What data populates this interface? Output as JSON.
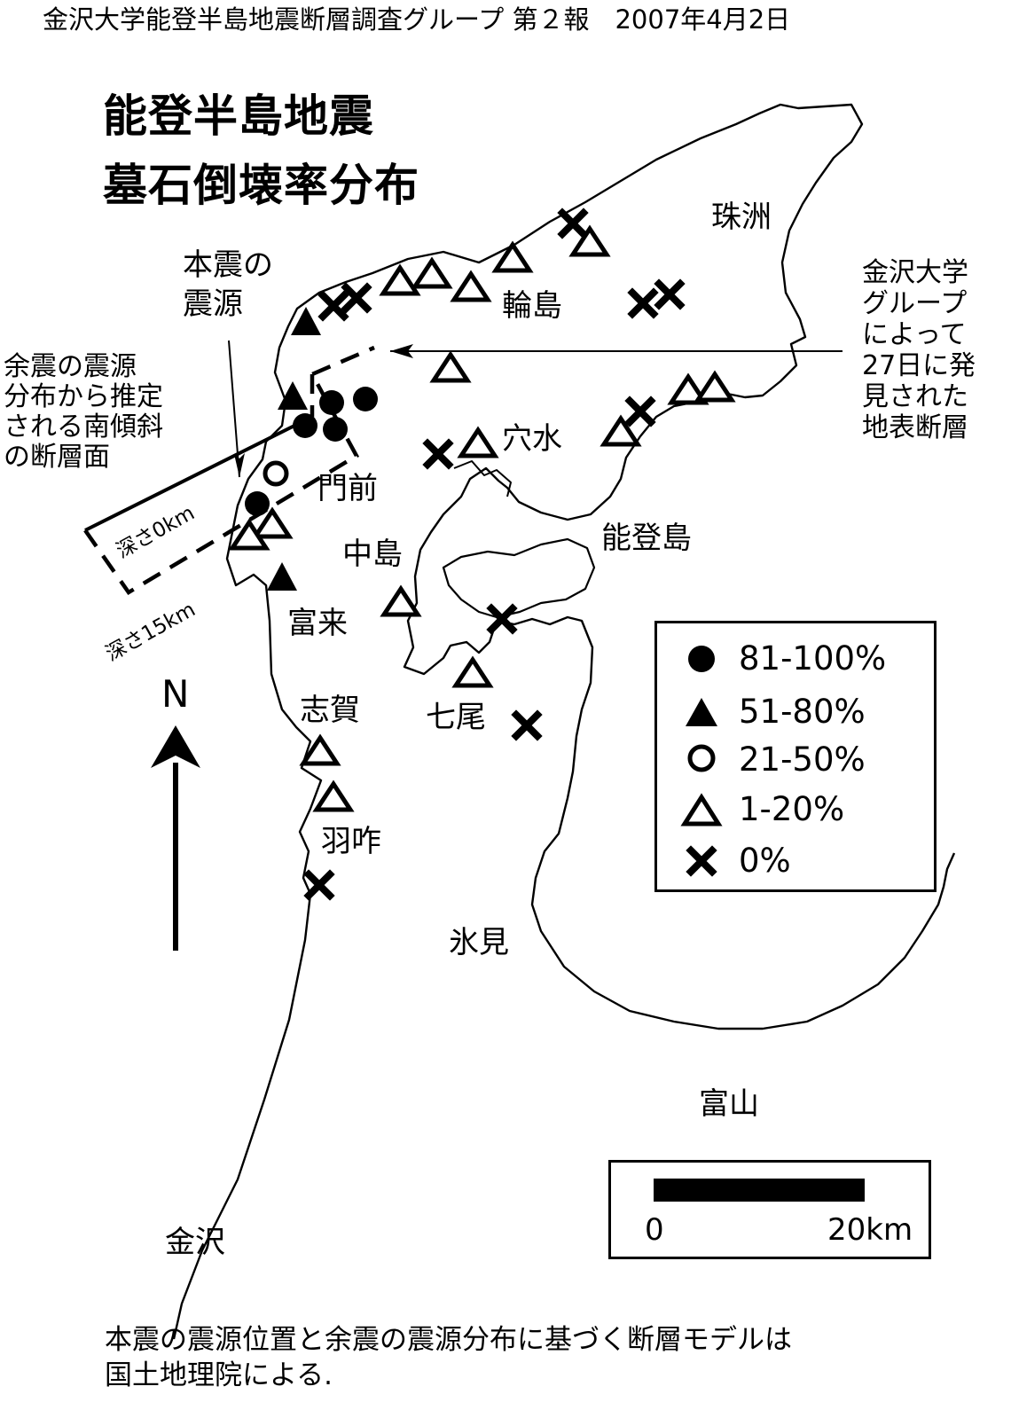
{
  "header": "金沢大学能登半島地震断層調査グループ 第２報　2007年4月2日",
  "title": {
    "line1": "能登半島地震",
    "line2": "墓石倒壊率分布"
  },
  "places": {
    "suzu": "珠洲",
    "wajima": "輪島",
    "anamizu": "穴水",
    "monzen": "門前",
    "notojima": "能登島",
    "nakajima": "中島",
    "togi": "富来",
    "shika": "志賀",
    "nanao": "七尾",
    "hakui": "羽咋",
    "himi": "氷見",
    "toyama": "富山",
    "kanazawa": "金沢"
  },
  "annotations": {
    "epicenter": [
      "本震の",
      "震源"
    ],
    "fault_plane": [
      "余震の震源",
      "分布から推定",
      "される南傾斜",
      "の断層面"
    ],
    "surface_fault": [
      "金沢大学",
      "グループ",
      "によって",
      "27日に発",
      "見された",
      "地表断層"
    ],
    "depth_0": "深さ0km",
    "depth_15": "深さ15km"
  },
  "compass": "N",
  "legend": [
    {
      "marker": "filled-circle",
      "label": "81-100%"
    },
    {
      "marker": "filled-triangle",
      "label": "51-80%"
    },
    {
      "marker": "open-circle",
      "label": "21-50%"
    },
    {
      "marker": "open-triangle",
      "label": "1-20%"
    },
    {
      "marker": "cross",
      "label": "0%"
    }
  ],
  "scale": {
    "start": "0",
    "end": "20km"
  },
  "note": [
    "本震の震源位置と余震の震源分布に基づく断層モデルは",
    "国土地理院による."
  ],
  "colors": {
    "ink": "#000000",
    "paper": "#ffffff"
  }
}
